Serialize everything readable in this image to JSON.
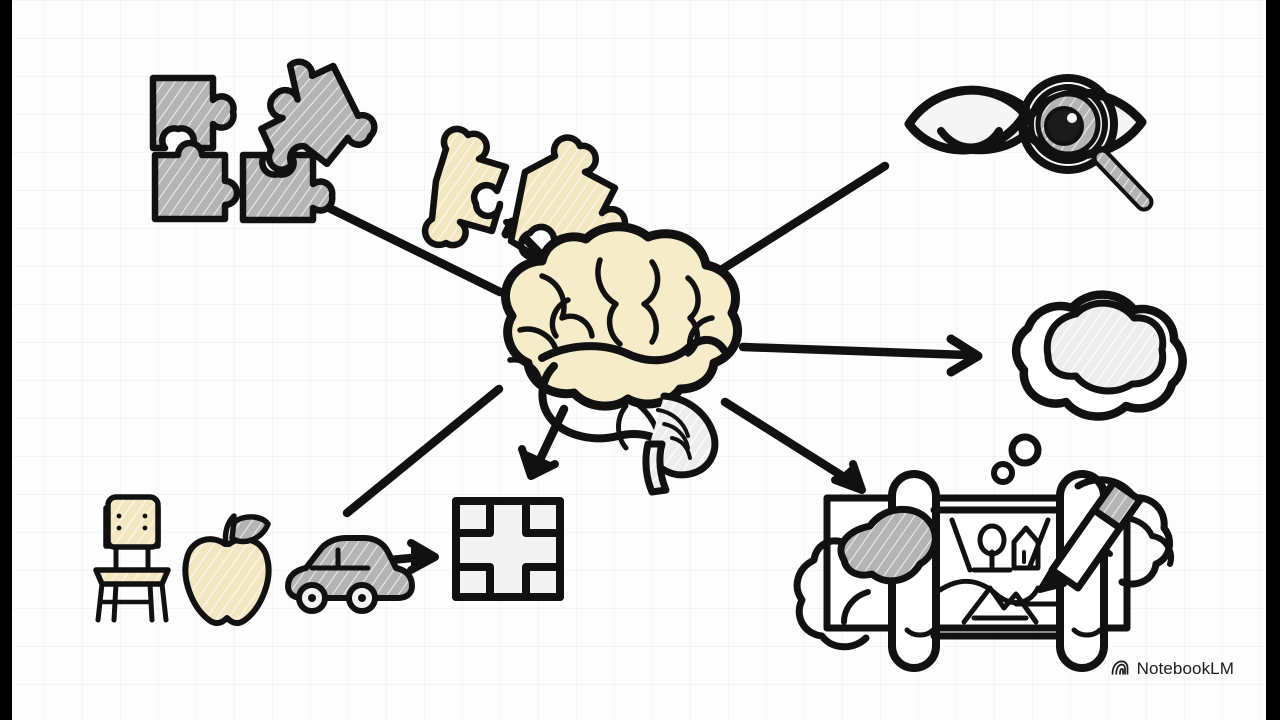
{
  "scene": {
    "title": "Hand-drawn whiteboard diagram of brain-centred cognition",
    "style": "whiteboard sketch on faint graph paper",
    "background_color": "#fdfdfd",
    "grid_color": "#f0f0f0",
    "ink_color": "#111111",
    "fill_cream": "#f6ecc9",
    "fill_gray": "#b6b6b6",
    "fill_light": "#f0f0f0",
    "letterbox_color": "#000000"
  },
  "watermark": {
    "label": "NotebookLM",
    "logo_icon": "notebooklm-spiral-icon"
  },
  "center": {
    "label": "brain",
    "icon": "brain-icon",
    "fill": "#f6ecc9"
  },
  "nodes": [
    {
      "id": "gray-puzzle-pieces",
      "label": "scattered gray jigsaw puzzle pieces",
      "icon": "puzzle-pieces-gray-icon",
      "position": "top-left",
      "fill": "#b6b6b6",
      "count": 4
    },
    {
      "id": "cream-puzzle-pieces",
      "label": "two joined cream jigsaw puzzle pieces",
      "icon": "puzzle-pieces-cream-icon",
      "position": "top-center",
      "fill": "#f6ecc9",
      "count": 2
    },
    {
      "id": "eye-magnifier",
      "label": "eye with magnifying glass over iris",
      "icon": "eye-magnifier-icon",
      "position": "top-right",
      "fill": "#f3f3f3"
    },
    {
      "id": "thought-bubble",
      "label": "thought bubble containing hatched shape",
      "icon": "thought-bubble-icon",
      "position": "right",
      "fill": "#ffffff"
    },
    {
      "id": "map-hands",
      "label": "hands holding a rolled map while drawing with a pencil",
      "icon": "hands-map-pencil-icon",
      "position": "bottom-right",
      "fill": "#ffffff"
    },
    {
      "id": "cross-square",
      "label": "square frame with cross shape inside",
      "icon": "cross-in-square-icon",
      "position": "bottom-center",
      "fill": "#f0f0f0"
    },
    {
      "id": "everyday-objects",
      "label": "chair, apple and car",
      "icon": "objects-row-icon",
      "position": "bottom-left",
      "items": [
        {
          "id": "chair",
          "label": "chair",
          "icon": "chair-icon",
          "fill": "#f6ecc9"
        },
        {
          "id": "apple",
          "label": "apple",
          "icon": "apple-icon",
          "fill": "#f6ecc9"
        },
        {
          "id": "car",
          "label": "car",
          "icon": "car-icon",
          "fill": "#b6b6b6"
        }
      ]
    }
  ],
  "connectors": [
    {
      "id": "brain-to-gray-puzzle",
      "from": "brain",
      "to": "gray-puzzle-pieces",
      "arrowhead": false
    },
    {
      "id": "brain-to-cream-puzzle",
      "from": "brain",
      "to": "cream-puzzle-pieces",
      "arrowhead": true
    },
    {
      "id": "brain-to-eye",
      "from": "brain",
      "to": "eye-magnifier",
      "arrowhead": false
    },
    {
      "id": "brain-to-thought-bubble",
      "from": "brain",
      "to": "thought-bubble",
      "arrowhead": true
    },
    {
      "id": "brain-to-map",
      "from": "brain",
      "to": "map-hands",
      "arrowhead": true
    },
    {
      "id": "brain-to-cross",
      "from": "brain",
      "to": "cross-square",
      "arrowhead": true
    },
    {
      "id": "brain-to-objects",
      "from": "brain",
      "to": "everyday-objects",
      "arrowhead": false
    },
    {
      "id": "car-to-cross",
      "from": "car",
      "to": "cross-square",
      "arrowhead": true
    }
  ]
}
